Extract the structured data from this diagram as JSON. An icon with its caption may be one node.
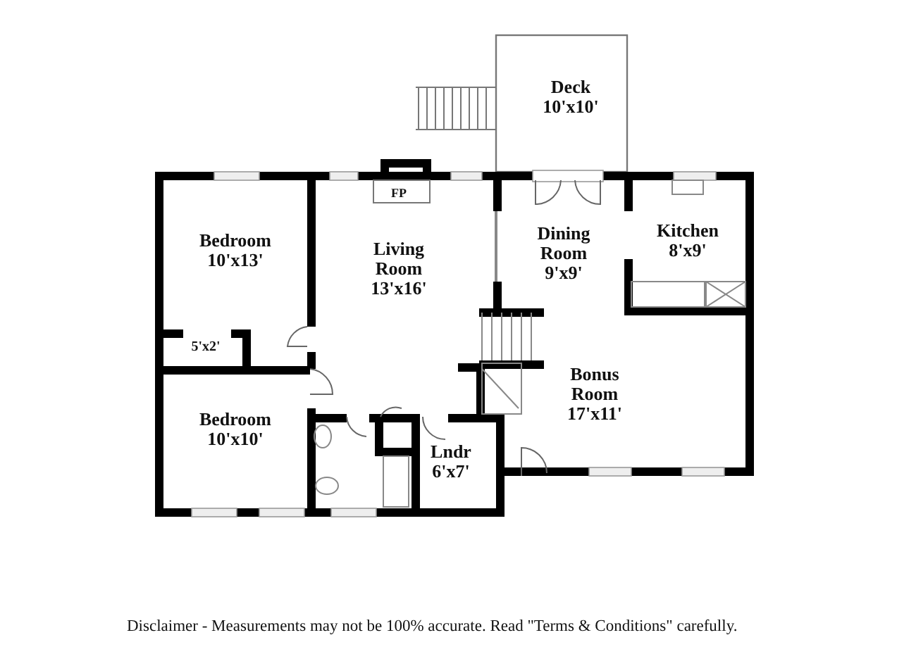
{
  "diagram": {
    "caption": "Disclaimer - Measurements may not be 100% accurate. Read \"Terms & Conditions\" carefully.",
    "labels": [
      "Deck",
      "10'x10'",
      "FP",
      "Bedroom",
      "10'x13'",
      "Living Room",
      "13'x16'",
      "Dining Room",
      "9'x9'",
      "Kitchen",
      "8'x9'",
      "5'x2'",
      "Bonus Room",
      "17'x11'",
      "Bedroom",
      "10'x10'",
      "Lndr",
      "6'x7'"
    ]
  }
}
